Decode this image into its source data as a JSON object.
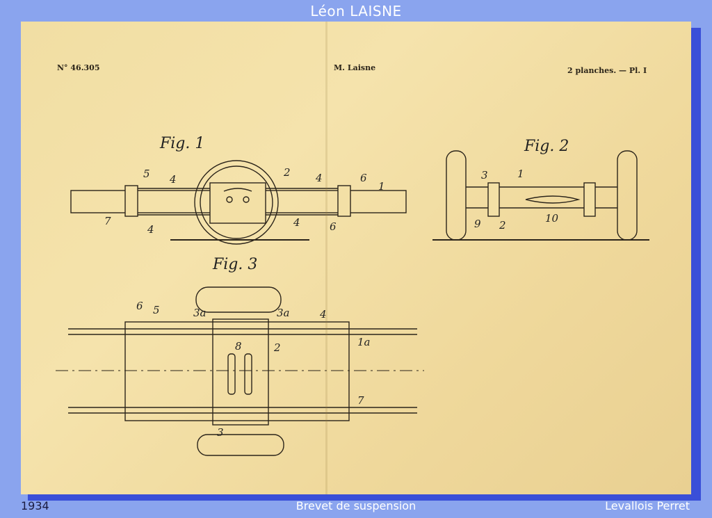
{
  "header": {
    "title": "Léon LAISNE"
  },
  "sheet": {
    "patent_number": "N° 46.305",
    "author": "M. Laisne",
    "plate_info": "2 planches. — Pl. I",
    "figures": [
      {
        "label": "Fig. 1",
        "callouts": [
          "5",
          "4",
          "2",
          "4",
          "6",
          "1",
          "7",
          "4",
          "4",
          "6"
        ]
      },
      {
        "label": "Fig. 2",
        "callouts": [
          "3",
          "1",
          "9",
          "2",
          "10"
        ]
      },
      {
        "label": "Fig. 3",
        "callouts": [
          "6",
          "5",
          "3a",
          "3a",
          "4",
          "2",
          "8",
          "1a",
          "7",
          "3"
        ]
      }
    ]
  },
  "footer": {
    "year": "1934",
    "caption": "Brevet de suspension",
    "location": "Levallois Perret"
  }
}
